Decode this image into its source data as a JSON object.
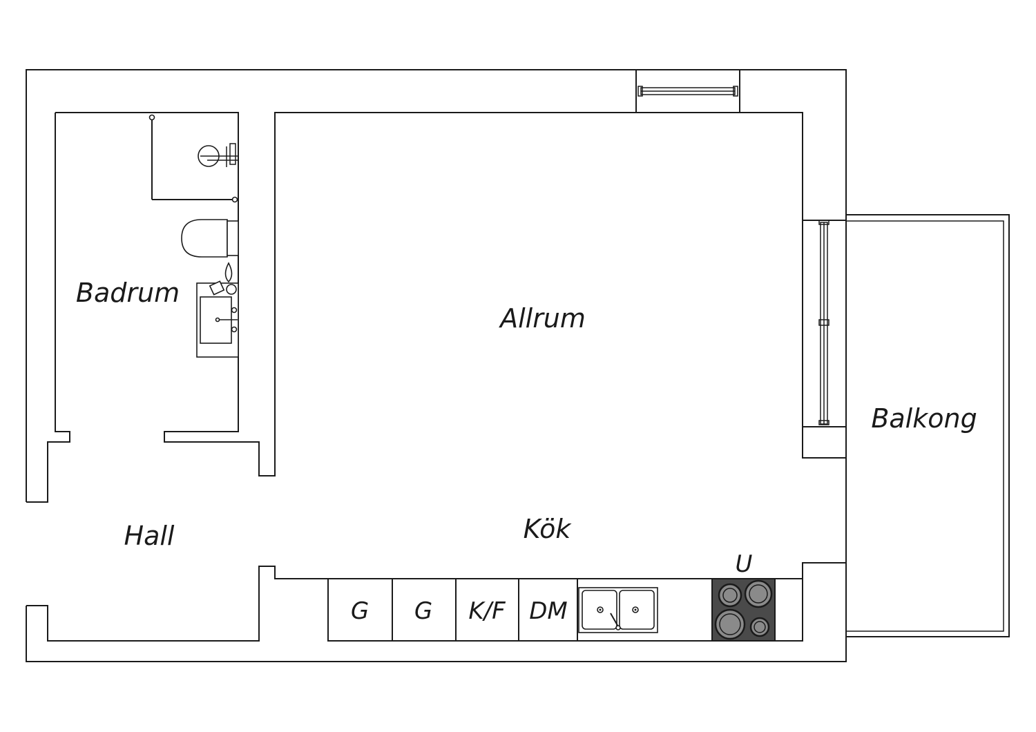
{
  "rooms": {
    "badrum": "Badrum",
    "allrum": "Allrum",
    "hall": "Hall",
    "kok": "Kök",
    "balkong": "Balkong"
  },
  "kitchen": {
    "units": [
      {
        "label": "G"
      },
      {
        "label": "G"
      },
      {
        "label": "K/F"
      },
      {
        "label": "DM"
      }
    ],
    "oven_label": "U",
    "sink_icon": "double-sink-icon",
    "hob_icon": "hob-icon"
  },
  "bathroom": {
    "shower_icon": "shower-icon",
    "toilet_icon": "toilet-icon",
    "washbasin_icon": "washbasin-icon"
  },
  "colors": {
    "line": "#1a1a1a",
    "hob": "#4a4a4a",
    "burner": "#8a8a8a",
    "background": "#ffffff"
  }
}
